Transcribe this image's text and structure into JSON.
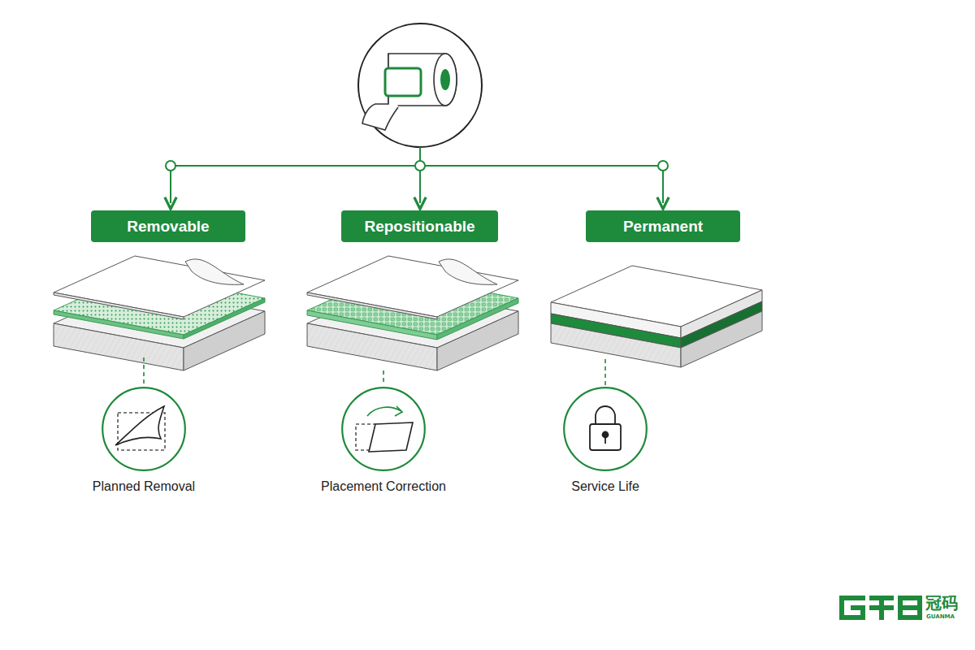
{
  "diagram": {
    "nodes": [
      {
        "text": [
          "Removable"
        ]
      },
      {
        "text": [
          "Repositionable"
        ]
      },
      {
        "text": [
          "Permanent"
        ]
      },
      {
        "text": [
          "Planned Removal"
        ]
      },
      {
        "text": [
          "Placement Correction"
        ]
      },
      {
        "text": [
          "Service Life"
        ]
      }
    ],
    "labels": [
      "冠码",
      "GUANMA"
    ]
  }
}
